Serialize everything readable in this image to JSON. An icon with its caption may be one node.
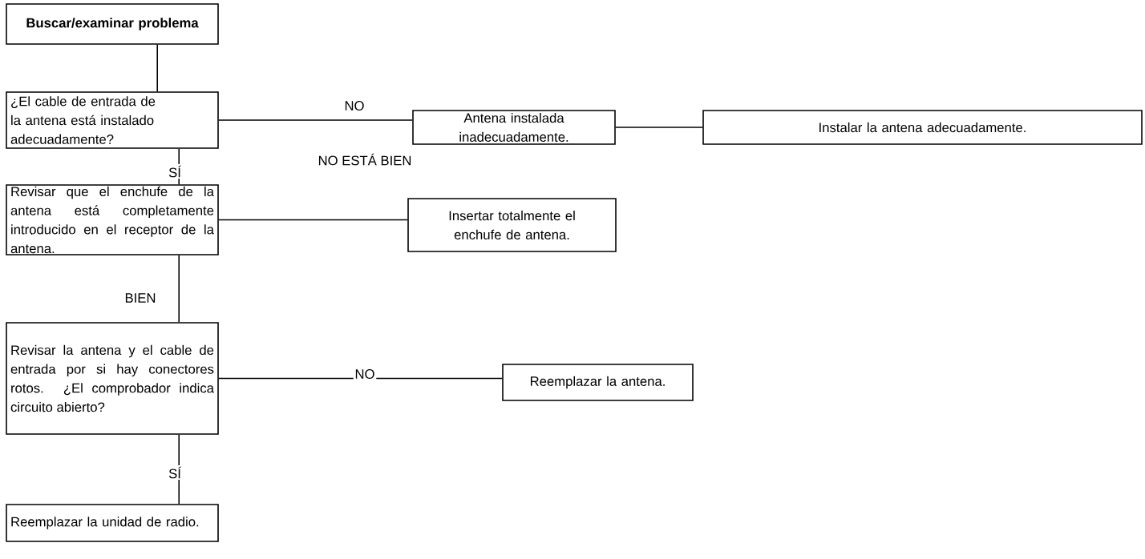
{
  "diagram": {
    "nodes": [
      {
        "text": [
          "Buscar/examinar problema"
        ]
      },
      {
        "text": [
          "¿El cable de entrada de la antena está instalado adecuadamente?"
        ]
      },
      {
        "text": [
          "Antena instalada inadecuadamente."
        ]
      },
      {
        "text": [
          "Instalar la antena adecuadamente."
        ]
      },
      {
        "text": [
          "Revisar que el enchufe de la antena está completamente introducido en el receptor de la antena."
        ]
      },
      {
        "text": [
          "Insertar totalmente el enchufe de antena."
        ]
      },
      {
        "text": [
          "Revisar la antena y el cable de entrada por si hay conectores rotos. ¿El comprobador indica circuito abierto?"
        ]
      },
      {
        "text": [
          "Reemplazar la antena."
        ]
      },
      {
        "text": [
          "Reemplazar la unidad de radio."
        ]
      }
    ],
    "edges": [
      {
        "from": 0,
        "to": 1,
        "arrow": "none"
      },
      {
        "from": 1,
        "to": 2,
        "arrow": "none",
        "label": "NO"
      },
      {
        "from": 2,
        "to": 3,
        "arrow": "none"
      },
      {
        "from": 1,
        "to": 4,
        "arrow": "none",
        "label": "SÍ"
      },
      {
        "from": 4,
        "to": 5,
        "arrow": "none",
        "label": "NO ESTÁ BIEN"
      },
      {
        "from": 4,
        "to": 6,
        "arrow": "none",
        "label": "BIEN"
      },
      {
        "from": 6,
        "to": 7,
        "arrow": "none",
        "label": "NO"
      },
      {
        "from": 6,
        "to": 8,
        "arrow": "none",
        "label": "SÍ"
      }
    ]
  }
}
